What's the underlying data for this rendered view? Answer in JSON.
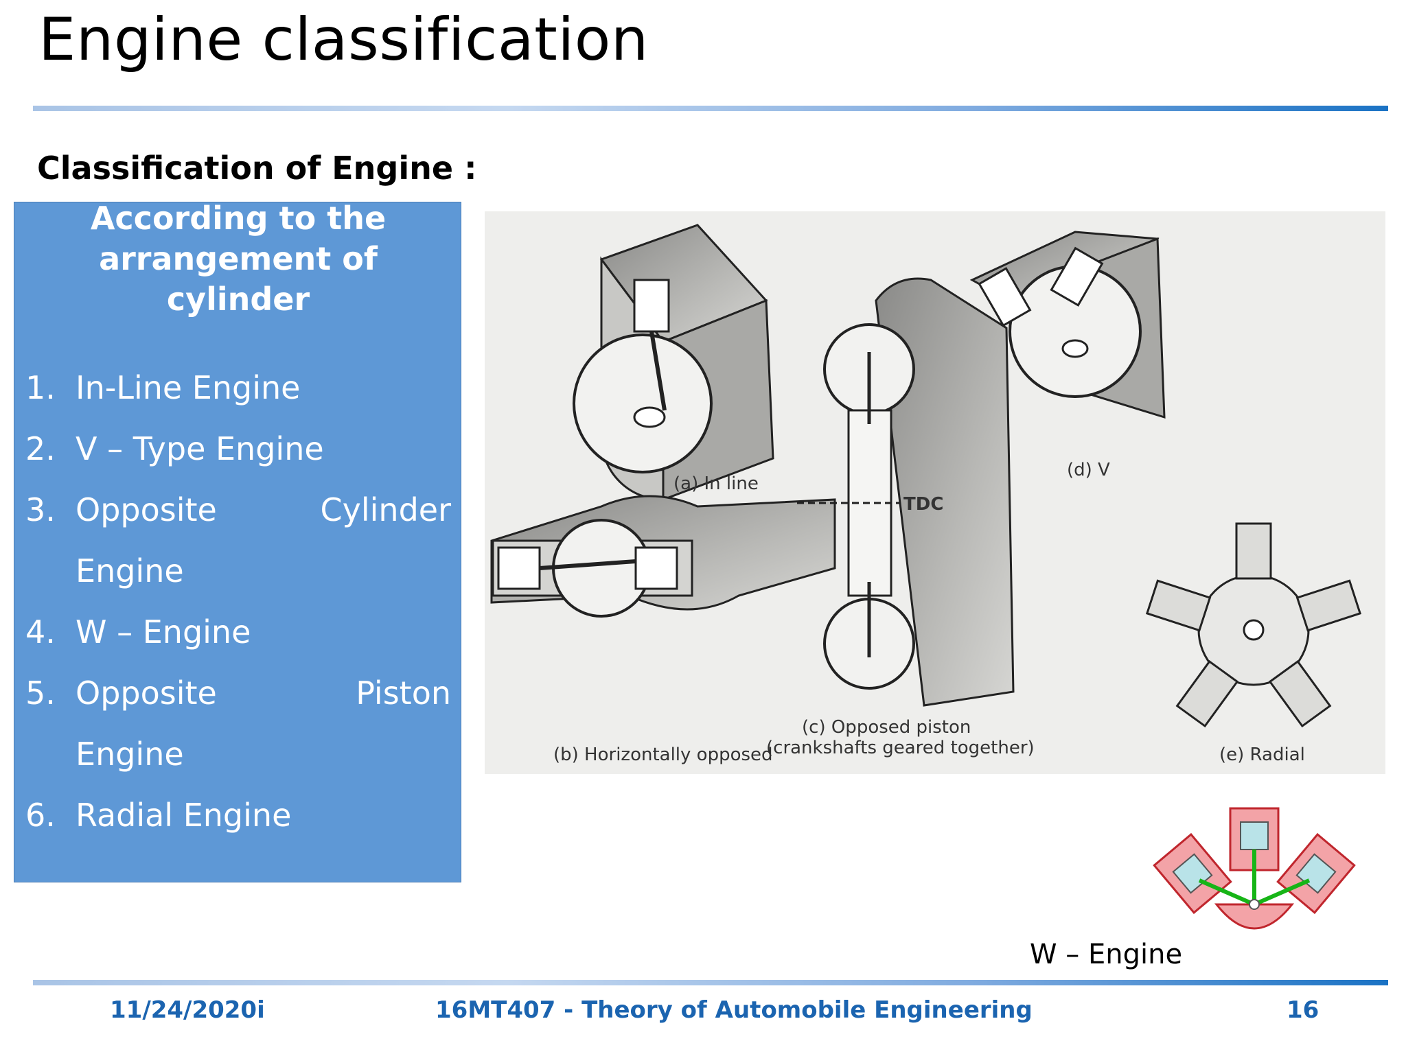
{
  "slide": {
    "title": "Engine classification",
    "subheading": "Classification of Engine :"
  },
  "box": {
    "heading_lines": [
      "According to the",
      "arrangement of",
      "cylinder"
    ],
    "items": [
      {
        "num": "1.",
        "text": "In-Line Engine"
      },
      {
        "num": "2.",
        "text": "V – Type Engine"
      },
      {
        "num": "3.",
        "text": "Opposite",
        "right": "Cylinder",
        "cont": "Engine"
      },
      {
        "num": "4.",
        "text": "W – Engine"
      },
      {
        "num": "5.",
        "text": "Opposite",
        "right": "Piston",
        "cont": "Engine"
      },
      {
        "num": "6.",
        "text": "Radial Engine"
      }
    ]
  },
  "figure": {
    "labels": {
      "a": "(a) In line",
      "b": "(b) Horizontally opposed",
      "c1": "(c) Opposed piston",
      "c2": "(crankshafts geared together)",
      "d": "(d) V",
      "e": "(e) Radial",
      "tdc": "TDC"
    }
  },
  "w_engine": {
    "caption": "W – Engine"
  },
  "footer": {
    "date": "11/24/2020i",
    "course": "16MT407 - Theory of Automobile Engineering",
    "page": "16"
  },
  "colors": {
    "box_blue": "#5e98d6",
    "footer_text": "#1b64b0",
    "rule_end": "#1a72c4"
  }
}
